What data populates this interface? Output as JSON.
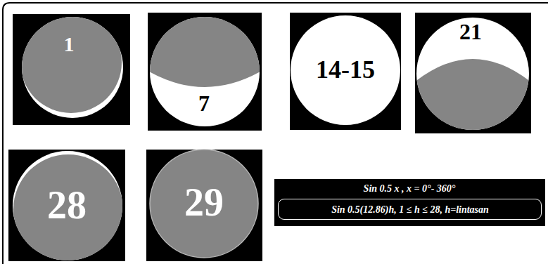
{
  "diagram": {
    "nodes": [
      {
        "text": [
          "1"
        ]
      },
      {
        "text": [
          "7"
        ]
      },
      {
        "text": [
          "14-15"
        ]
      },
      {
        "text": [
          "21"
        ]
      },
      {
        "text": [
          "28"
        ]
      },
      {
        "text": [
          "29"
        ]
      },
      {
        "text": [
          "Sin 0.5 x ,  x = 0°- 360°"
        ]
      },
      {
        "text": [
          "Sin 0.5(12.86)h, 1 ≤ h ≤ 28, h=lintasan"
        ],
        "in": 6
      }
    ]
  }
}
